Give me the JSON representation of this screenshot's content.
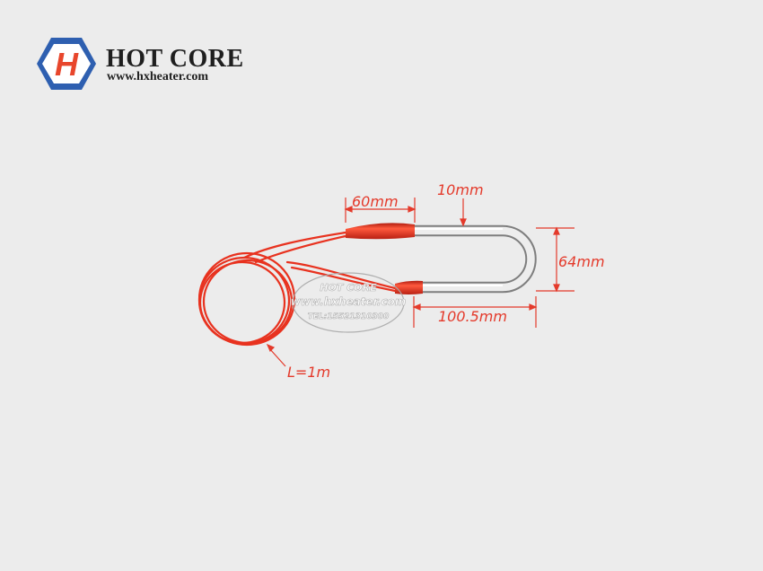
{
  "brand": {
    "name": "HOT CORE",
    "url": "www.hxheater.com",
    "logo_letter": "H",
    "colors": {
      "hexagon": "#2e5fb0",
      "letter": "#e8462c"
    }
  },
  "dimensions": {
    "sleeve_length": "60mm",
    "diameter": "10mm",
    "width": "64mm",
    "length": "100.5mm",
    "lead_length": "L=1m",
    "color": "#e43a2b"
  },
  "watermark": {
    "brand": "HOT CORE",
    "url": "www.hxheater.com",
    "tel": "TEL:15521310300"
  }
}
